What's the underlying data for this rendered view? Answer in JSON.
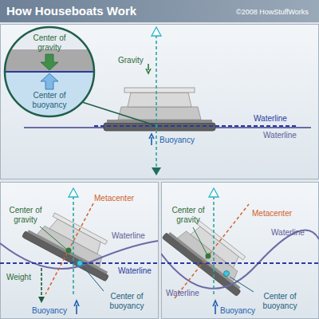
{
  "diagram": {
    "title": "How Houseboats Work",
    "labels": [
      "©2008 HowStuffWorks",
      "Center of gravity",
      "Center of buoyancy",
      "Gravity",
      "Waterline",
      "Waterline",
      "Buoyancy",
      "Center of gravity",
      "Metacenter",
      "Waterline",
      "Waterline",
      "Weight",
      "Center of buoyancy",
      "Buoyancy",
      "Center of gravity",
      "Metacenter",
      "Waterline",
      "Waterline",
      "Center of buoyancy",
      "Buoyancy"
    ]
  }
}
